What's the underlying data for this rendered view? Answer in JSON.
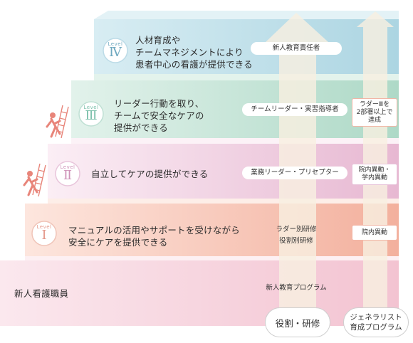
{
  "base_label": "新人看護職員",
  "levels": [
    {
      "word": "Level",
      "numeral": "Ⅰ",
      "numeral_color": "#e4988a",
      "ring_color": "#f0c4b8",
      "lines": [
        "マニュアルの活用やサポートを受けながら",
        "安全にケアを提供できる"
      ]
    },
    {
      "word": "Level",
      "numeral": "Ⅱ",
      "numeral_color": "#cf93b9",
      "ring_color": "#e8c5db",
      "lines": [
        "自立してケアの提供ができる"
      ]
    },
    {
      "word": "Level",
      "numeral": "Ⅲ",
      "numeral_color": "#79bfa9",
      "ring_color": "#bfe0d4",
      "lines": [
        "リーダー行動を取り、",
        "チームで安全なケアの",
        "提供ができる"
      ]
    },
    {
      "word": "Level",
      "numeral": "Ⅳ",
      "numeral_color": "#6fa9c0",
      "ring_color": "#bcdbe7",
      "lines": [
        "人材育成や",
        "チームマネジメントにより",
        "患者中心の看護が提供できる"
      ]
    }
  ],
  "role_column": {
    "base": "新人教育プログラム",
    "level1": [
      "ラダー別研修",
      "役割別研修"
    ],
    "level2": "業務リーダー・プリセプター",
    "level3": "チームリーダー・実習指導者",
    "level4": "新人教育責任者",
    "label": "役割・研修"
  },
  "generalist_column": {
    "level1": [
      "院内異動"
    ],
    "level2": [
      "院内異動・",
      "学内異動"
    ],
    "level3": [
      "ラダーⅢを",
      "2部署以上で",
      "達成"
    ],
    "label": [
      "ジェネラリスト",
      "育成プログラム"
    ]
  },
  "colors": {
    "base": "#f9dce4",
    "level1": "#f6c6b6",
    "level2": "#f4d6e6",
    "level3": "#c8e6da",
    "level4": "#bde0e9",
    "arrow": "#f7ecd9",
    "climber": "#e8857a"
  },
  "icons": [
    "climber-ladder-icon"
  ]
}
